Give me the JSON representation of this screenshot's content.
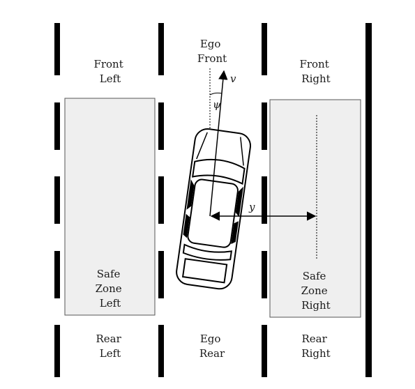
{
  "diagram": {
    "labels": {
      "front_left": [
        "Front",
        "Left"
      ],
      "ego_front": [
        "Ego",
        "Front"
      ],
      "front_right": [
        "Front",
        "Right"
      ],
      "safe_zone_left": [
        "Safe",
        "Zone",
        "Left"
      ],
      "safe_zone_right": [
        "Safe",
        "Zone",
        "Right"
      ],
      "rear_left": [
        "Rear",
        "Left"
      ],
      "ego_rear": [
        "Ego",
        "Rear"
      ],
      "rear_right": [
        "Rear",
        "Right"
      ]
    },
    "symbols": {
      "velocity": "v",
      "heading_angle": "ψ",
      "lateral_offset": "y"
    },
    "colors": {
      "zone_fill": "#efefef",
      "zone_stroke": "#555555",
      "lane_line": "#000000"
    }
  }
}
